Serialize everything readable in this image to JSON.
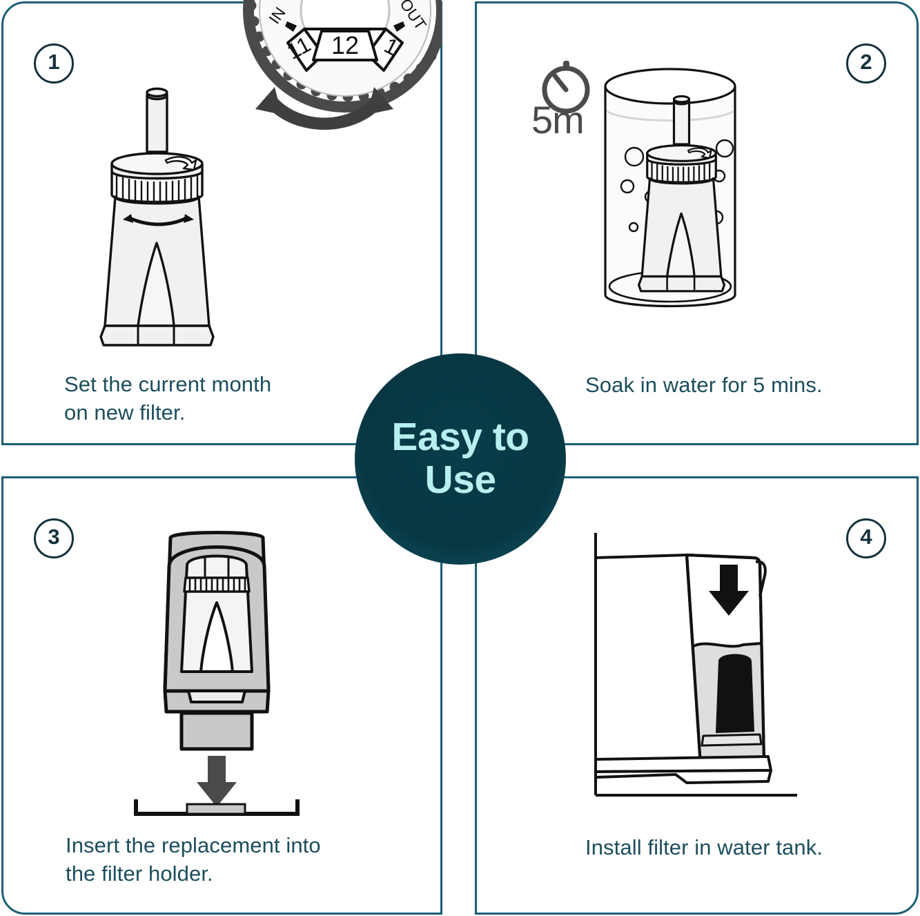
{
  "center_badge": {
    "text": "Easy to\nUse",
    "bg_color": "#083743",
    "text_color": "#b6f0f0"
  },
  "theme": {
    "border_color": "#1a5f73",
    "caption_color": "#1c4e5d",
    "badge_outline_color": "#14313c",
    "line_color": "#000000",
    "fill_light": "#f1f1f1",
    "fill_gray": "#c9c9c9",
    "icon_gray": "#4b4b4b"
  },
  "panels": [
    {
      "step": "1",
      "caption": "Set the current month\non new filter.",
      "badge_position": "top-left",
      "illustration": "filter-with-month-dial",
      "dial": {
        "in_label": "IN",
        "out_label": "OUT",
        "months": [
          "11",
          "12",
          "1"
        ]
      }
    },
    {
      "step": "2",
      "caption": "Soak in water for 5 mins.",
      "badge_position": "top-right",
      "illustration": "filter-soaking-in-container",
      "timer": {
        "icon": "stopwatch-icon",
        "label": "5m"
      }
    },
    {
      "step": "3",
      "caption": "Insert the replacement into\nthe filter holder.",
      "badge_position": "top-left",
      "illustration": "filter-holder-insertion"
    },
    {
      "step": "4",
      "caption": "Install filter in water tank.",
      "badge_position": "top-right",
      "illustration": "water-tank-installation"
    }
  ]
}
